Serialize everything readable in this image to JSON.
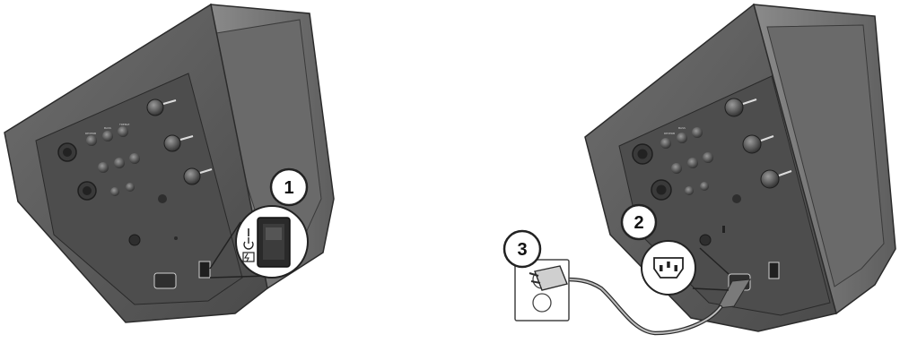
{
  "steps": [
    {
      "number": "1"
    },
    {
      "number": "2"
    },
    {
      "number": "3"
    }
  ],
  "icons": {
    "power_switch": "power-switch-icon",
    "iec_inlet": "iec-power-inlet-icon",
    "wall_outlet": "wall-outlet-icon",
    "power_symbol": "power-symbol-icon"
  },
  "colors": {
    "speaker_body": "#5a5a5a",
    "speaker_dark": "#3a3a3a",
    "panel": "#4a4a4a",
    "callout_border": "#222222",
    "background": "#ffffff"
  }
}
